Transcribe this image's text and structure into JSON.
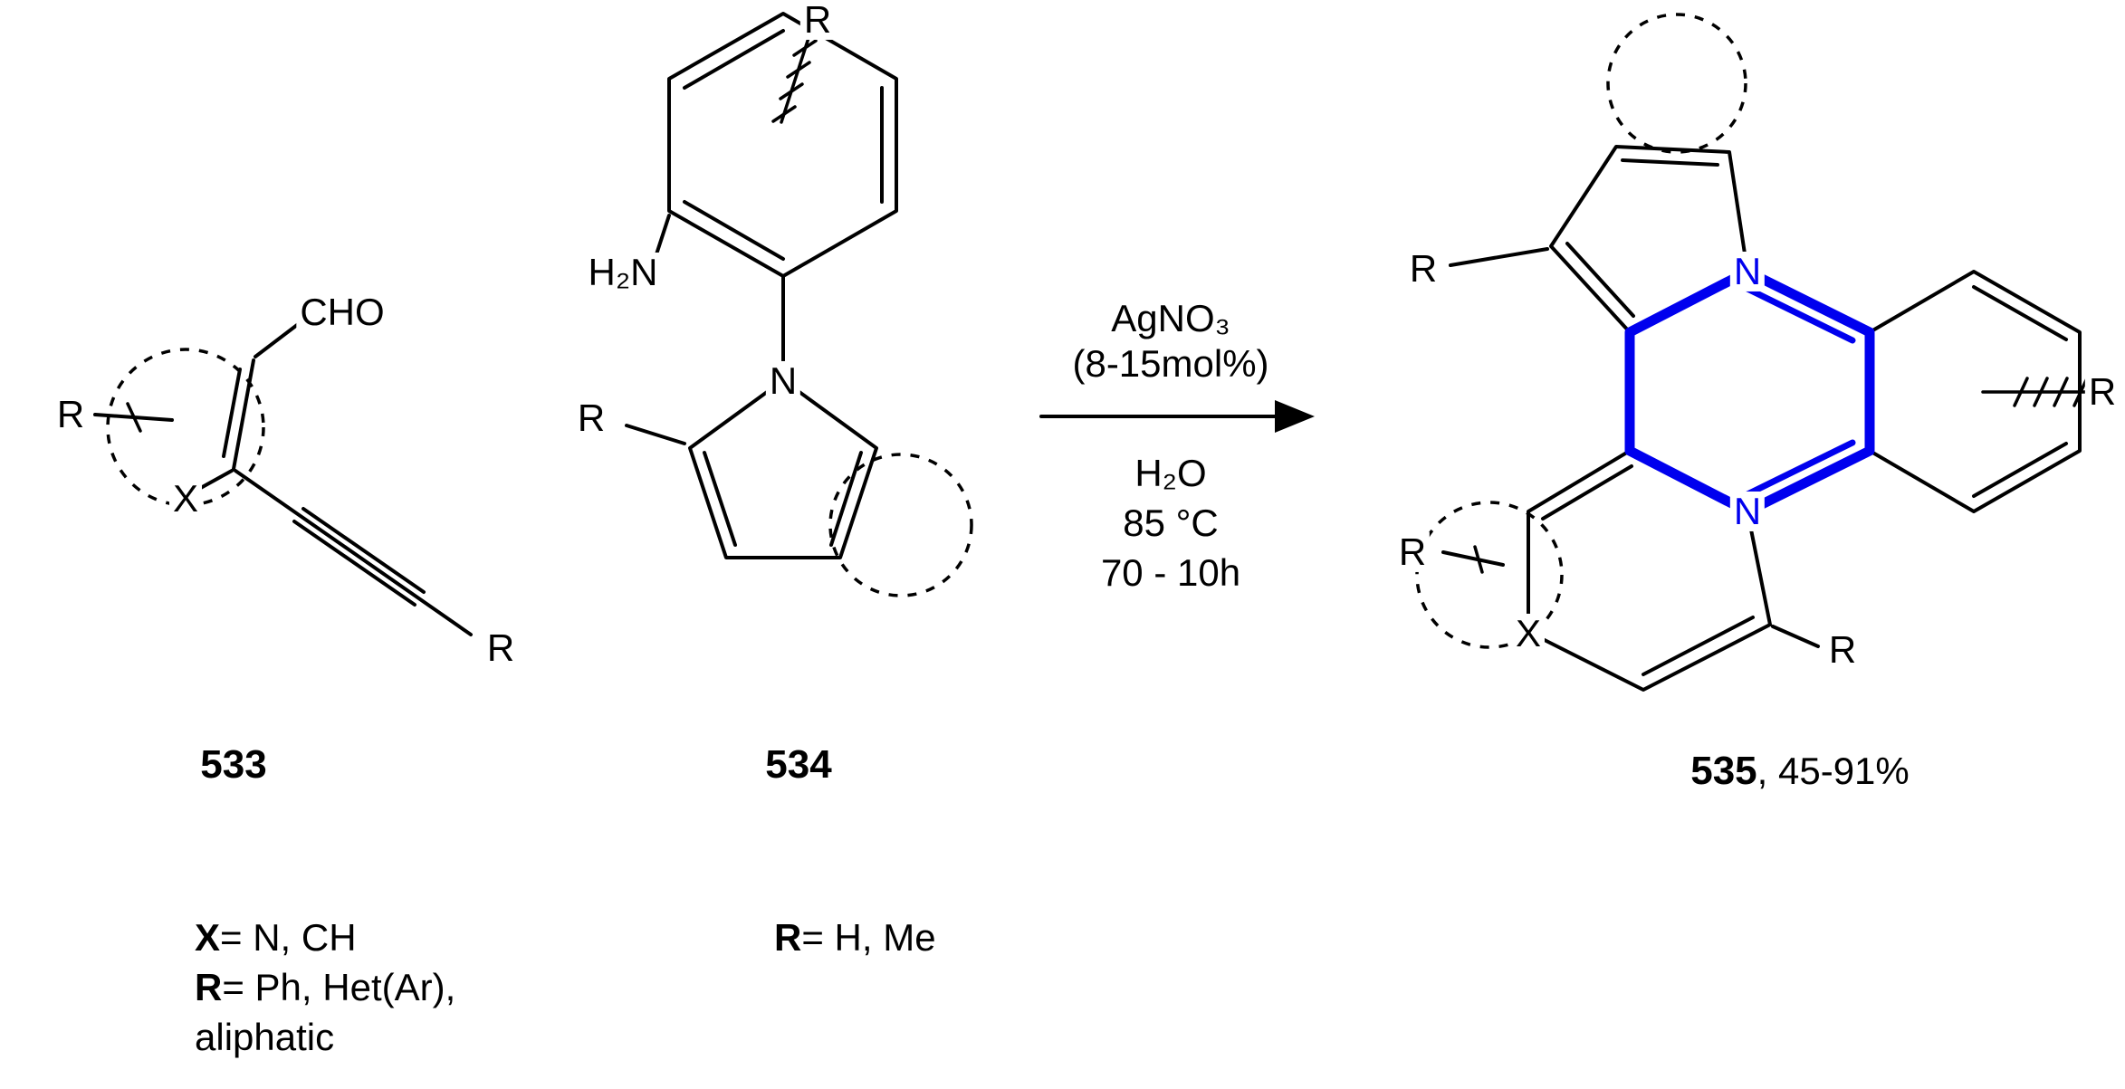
{
  "colors": {
    "bond": "#000000",
    "highlight": "#0000ee"
  },
  "compound533": {
    "r_ring": "R",
    "x": "X",
    "cho": "CHO",
    "r_alkyne": "R",
    "number": "533"
  },
  "compound534": {
    "r_aryl": "R",
    "amine": "H₂N",
    "n": "N",
    "r_pyrrole": "R",
    "number": "534"
  },
  "conditions": {
    "above1": "AgNO₃",
    "above2": "(8-15mol%)",
    "below1": "H₂O",
    "below2": "85 °C",
    "below3": "70 - 10h"
  },
  "compound535": {
    "r_pyrrole": "R",
    "n_top": "N",
    "n_bottom": "N",
    "r_aryl": "R",
    "r_ring": "R",
    "x": "X",
    "r_alpha": "R",
    "number": "535",
    "yield": ", 45-91%"
  },
  "legend": {
    "x_key": "X",
    "x_val": "= N, CH",
    "r_key": "R",
    "r_val": "= Ph, Het(Ar),",
    "r_val2": "aliphatic",
    "r2_key": "R",
    "r2_val": "= H, Me"
  }
}
